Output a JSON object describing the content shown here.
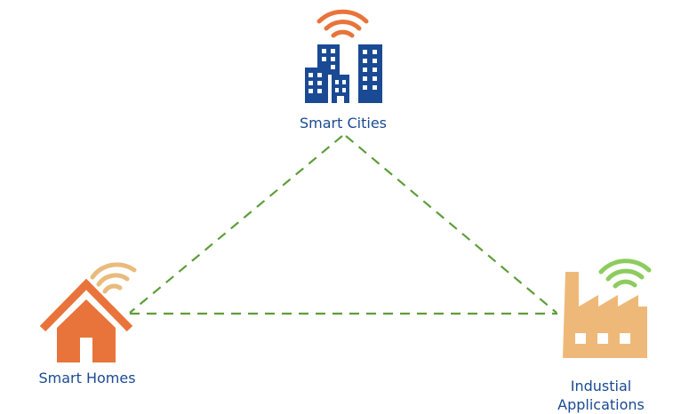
{
  "nodes": {
    "smart_cities": {
      "label": "Smart Cities",
      "icon": "city-buildings-icon",
      "color": "#1a4a93",
      "wifi_color": "#e8743b"
    },
    "smart_homes": {
      "label": "Smart Homes",
      "icon": "house-icon",
      "color": "#e8743b",
      "wifi_color": "#e9bb7c"
    },
    "industrial": {
      "label_line1": "Industial",
      "label_line2": "Applications",
      "icon": "factory-icon",
      "color": "#eeb978",
      "wifi_color": "#8ccc5e"
    }
  },
  "connections": {
    "style": "dashed",
    "color": "#5e9e3a",
    "edges": [
      [
        "smart_cities",
        "smart_homes"
      ],
      [
        "smart_cities",
        "industrial"
      ],
      [
        "smart_homes",
        "industrial"
      ]
    ]
  },
  "colors": {
    "label_text": "#1a4a93",
    "background": "#ffffff"
  }
}
